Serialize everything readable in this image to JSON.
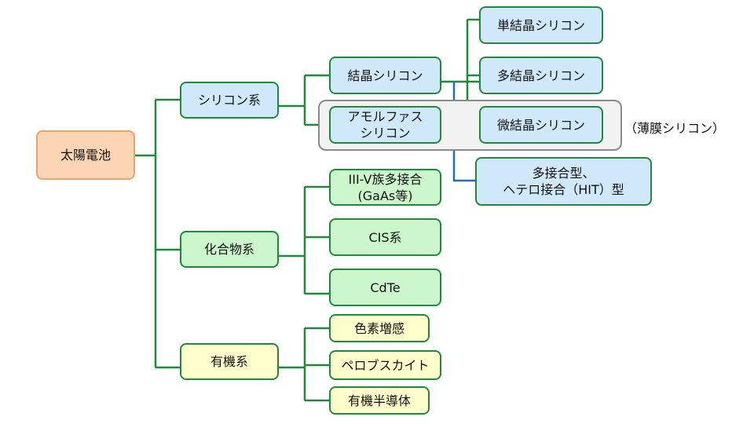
{
  "root": "太陽電池",
  "silicon": {
    "label": "シリコン系",
    "crystalline": "結晶シリコン",
    "amorphous": "アモルファス\nシリコン",
    "mono": "単結晶シリコン",
    "poly": "多結晶シリコン",
    "micro": "微結晶シリコン",
    "thin_film_note": "（薄膜シリコン）",
    "hetero": "多接合型、\nヘテロ接合（HIT）型"
  },
  "compound": {
    "label": "化合物系",
    "items": [
      "III-V族多接合\n(GaAs等)",
      "CIS系",
      "CdTe"
    ]
  },
  "organic": {
    "label": "有機系",
    "items": [
      "色素増感",
      "ペロブスカイト",
      "有機半導体"
    ]
  },
  "colors": {
    "connector": "#1e8a3c",
    "blue_connector": "#1f6fc0"
  }
}
